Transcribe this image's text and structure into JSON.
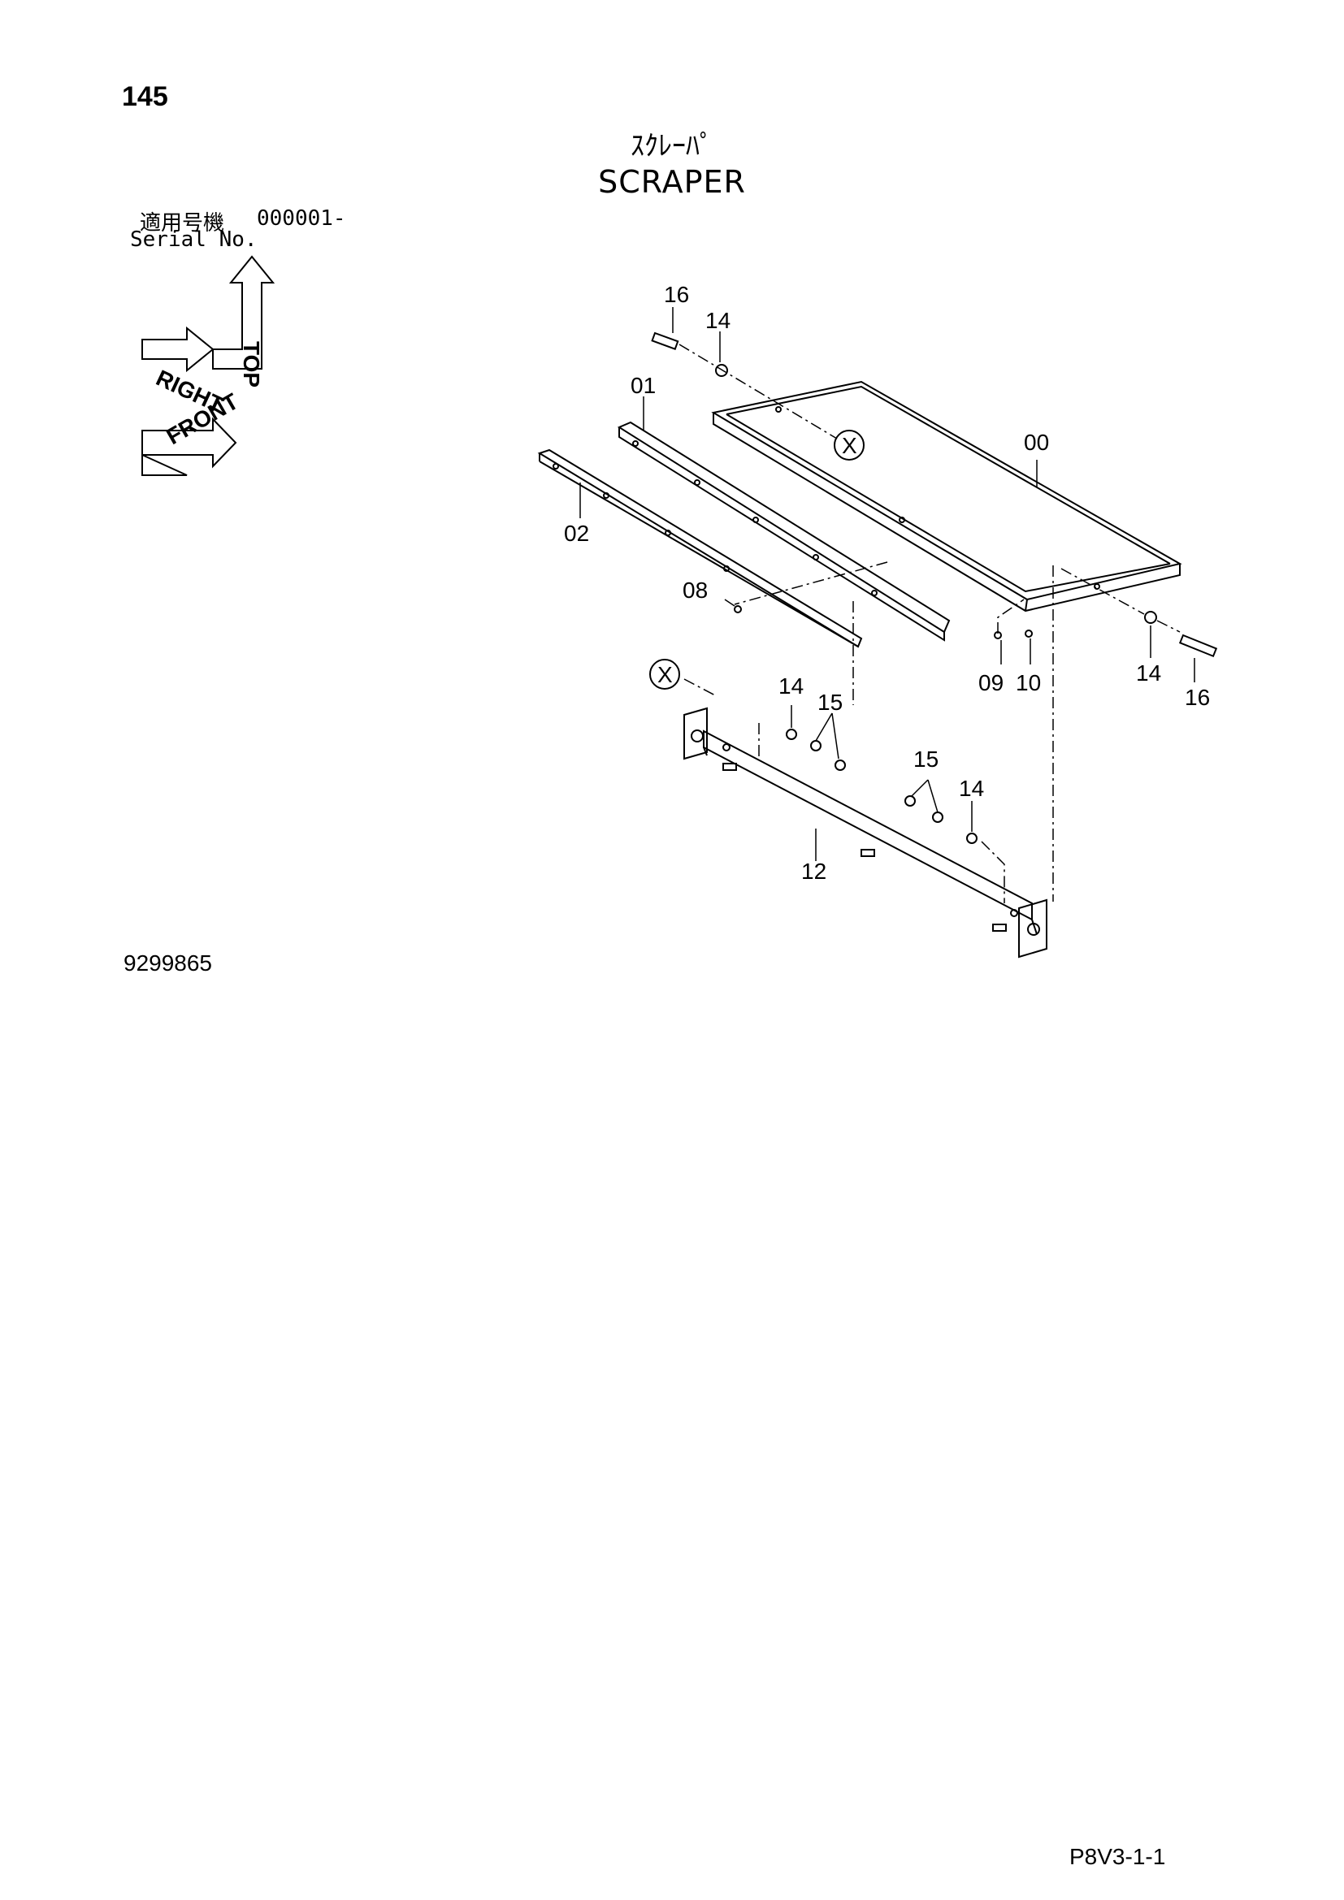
{
  "page_number": "145",
  "title_jp": "ｽｸﾚｰﾊﾟ",
  "title_en": "SCRAPER",
  "serial": {
    "label_jp": "適用号機",
    "range": "000001-",
    "label_en": "Serial No."
  },
  "orientation": {
    "top": "TOP",
    "right": "RIGHT",
    "front": "FRONT"
  },
  "callouts": {
    "c16a": "16",
    "c14a": "14",
    "c01": "01",
    "c00": "00",
    "c02": "02",
    "c08": "08",
    "c09": "09",
    "c10": "10",
    "c14b": "14",
    "c16b": "16",
    "c14c": "14",
    "c15a": "15",
    "c15b": "15",
    "c14d": "14",
    "c12": "12"
  },
  "ref_marks": {
    "x1": "X",
    "x2": "X"
  },
  "drawing_code": "9299865",
  "sheet_code": "P8V3-1-1"
}
